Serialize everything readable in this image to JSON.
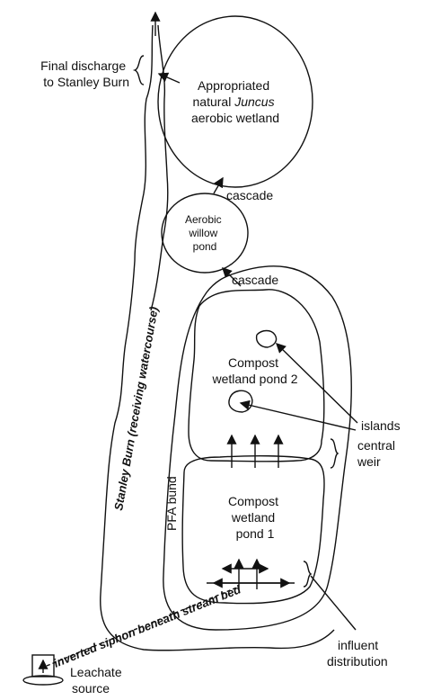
{
  "labels": {
    "final_discharge": [
      "Final discharge",
      "to Stanley Burn"
    ],
    "juncus_wetland": [
      "Appropriated",
      "natural ",
      "Juncus",
      "aerobic wetland"
    ],
    "cascade_upper": "cascade",
    "willow_pond": [
      "Aerobic",
      "willow",
      "pond"
    ],
    "cascade_lower": "cascade",
    "compost_pond_2": [
      "Compost",
      "wetland pond 2"
    ],
    "islands": "islands",
    "central_weir": [
      "central",
      "weir"
    ],
    "compost_pond_1": [
      "Compost",
      "wetland",
      "pond 1"
    ],
    "pfa_bund": "PFA bund",
    "stanley_burn": "Stanley Burn (receiving watercourse)",
    "siphon": "inverted siphon beneath stream bed",
    "influent_distribution": [
      "influent",
      "distribution"
    ],
    "leachate_source": [
      "Leachate",
      "source"
    ]
  },
  "colors": {
    "ink": "#111111",
    "background": "#ffffff"
  }
}
